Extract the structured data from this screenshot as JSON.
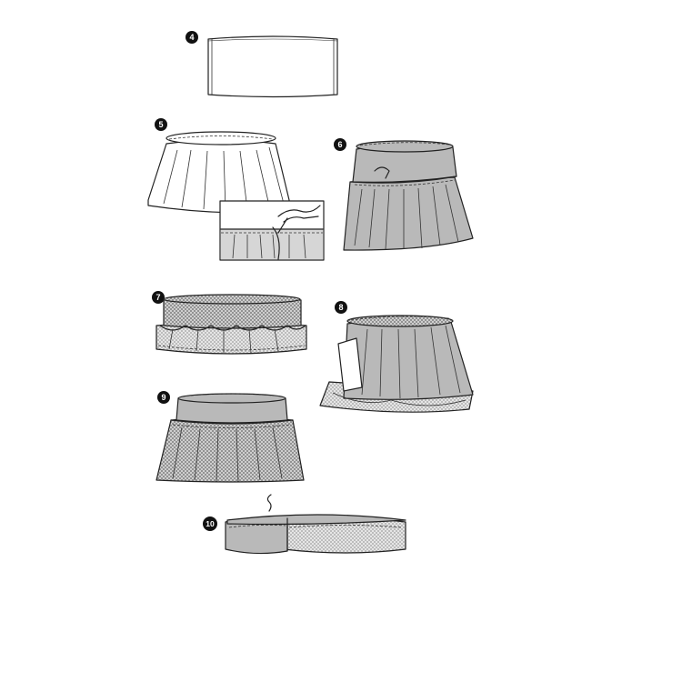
{
  "steps": [
    {
      "id": "step-4",
      "label": "4"
    },
    {
      "id": "step-5",
      "label": "5"
    },
    {
      "id": "step-6",
      "label": "6"
    },
    {
      "id": "step-7",
      "label": "7"
    },
    {
      "id": "step-8",
      "label": "8"
    },
    {
      "id": "step-9",
      "label": "9"
    },
    {
      "id": "step-10",
      "label": "10"
    }
  ],
  "colors": {
    "ink": "#222222",
    "fabric_gray": "#b9b9b9",
    "mesh_fill": "#cfcfcf",
    "badge": "#111111",
    "background": "#ffffff"
  }
}
